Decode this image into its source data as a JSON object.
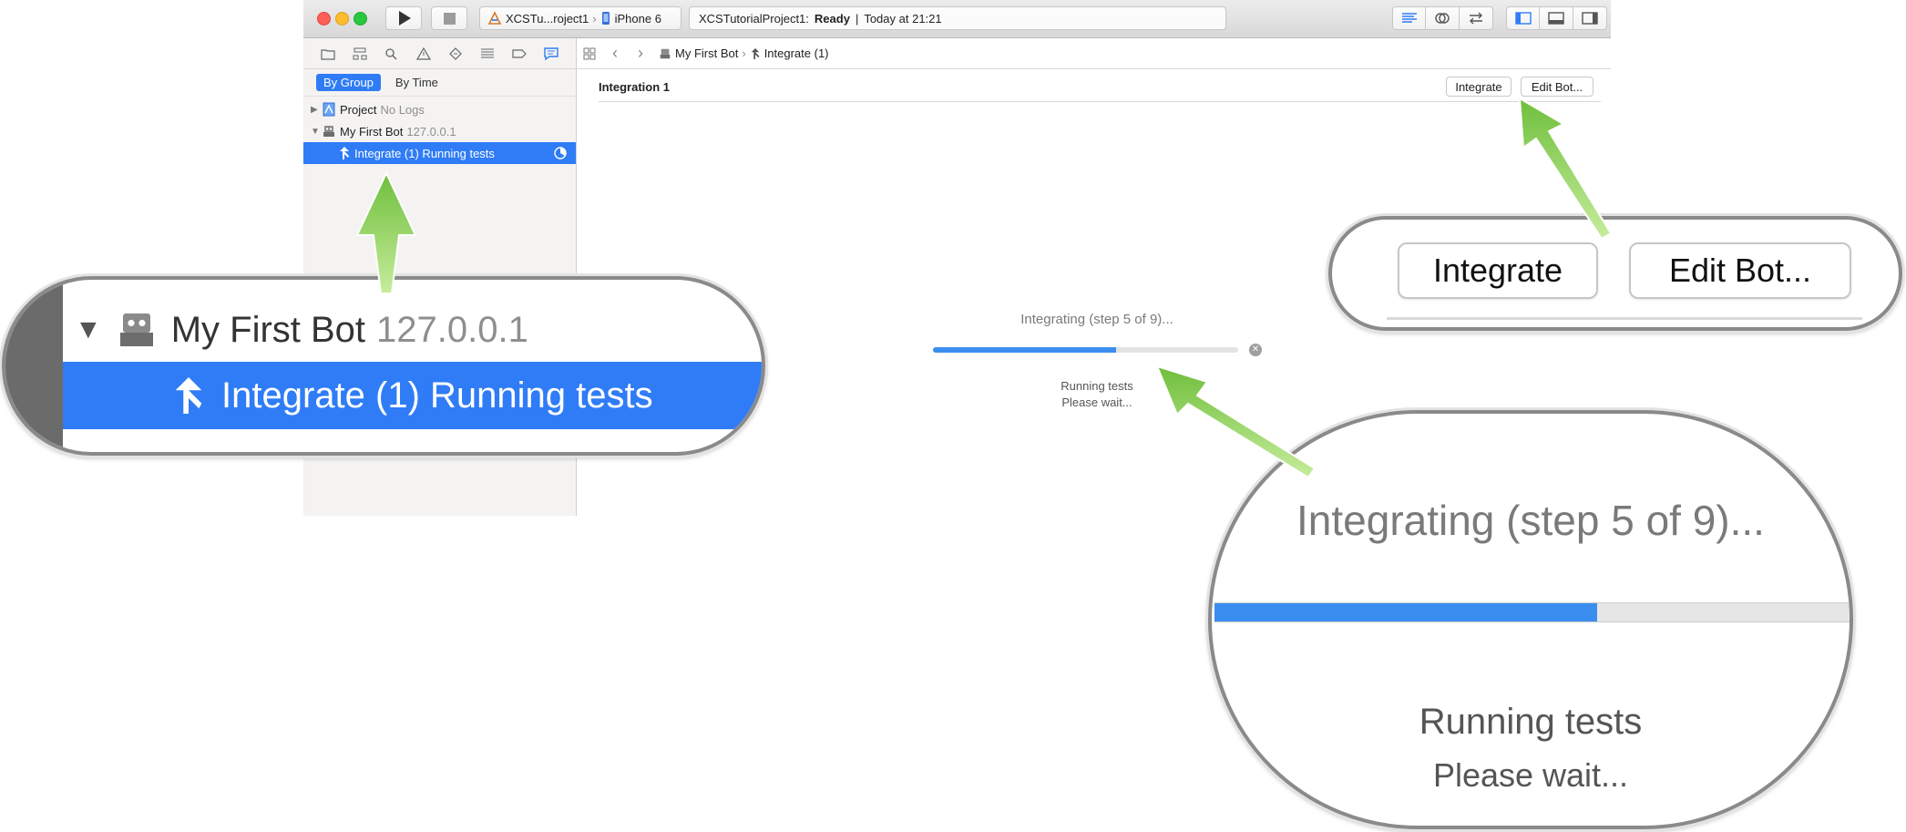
{
  "toolbar": {
    "scheme_project": "XCSTu...roject1",
    "scheme_device": "iPhone 6",
    "activity_project": "XCSTutorialProject1:",
    "activity_status": "Ready",
    "activity_sep": "|",
    "activity_time": "Today at 21:21"
  },
  "navigator": {
    "filter_group": "By Group",
    "filter_time": "By Time",
    "items": [
      {
        "label": "Project",
        "detail": "No Logs"
      },
      {
        "label": "My First Bot",
        "detail": "127.0.0.1"
      },
      {
        "label": "Integrate (1) Running tests"
      }
    ]
  },
  "jumpbar": {
    "bot": "My First Bot",
    "integration": "Integrate (1)"
  },
  "editor": {
    "title": "Integration 1",
    "integrate_label": "Integrate",
    "edit_bot_label": "Edit Bot...",
    "status": "Integrating (step 5 of 9)...",
    "progress": 0.6,
    "sub1": "Running tests",
    "sub2": "Please wait..."
  },
  "callout_left": {
    "bot_name": "My First Bot",
    "bot_ip": "127.0.0.1",
    "item": "Integrate (1) Running tests"
  },
  "callout_top": {
    "integrate_label": "Integrate",
    "edit_bot_label": "Edit Bot..."
  },
  "callout_zoom": {
    "status": "Integrating (step 5 of 9)...",
    "progress": 0.6,
    "sub1": "Running tests",
    "sub2": "Please wait..."
  },
  "colors": {
    "selection": "#2f7cf6",
    "progress": "#3a8ef0",
    "arrow": "#8ccf5a"
  }
}
